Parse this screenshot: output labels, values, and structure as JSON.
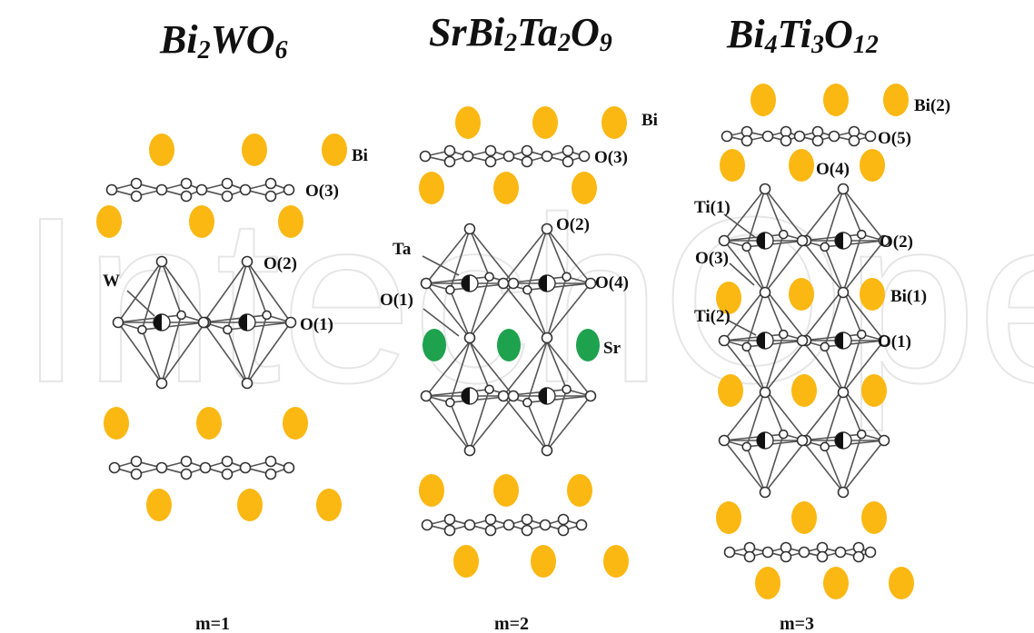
{
  "watermark": {
    "text": "IntechOpen"
  },
  "colors": {
    "bi": "#fbb813",
    "sr": "#1ea24e",
    "cation": "#111111"
  },
  "panels": [
    {
      "formula": {
        "parts": [
          "Bi",
          "2",
          "WO",
          "6"
        ]
      },
      "m_label": "m=1",
      "labels": {
        "bi": "Bi",
        "o3": "O(3)",
        "o2": "O(2)",
        "o1": "O(1)",
        "w": "W"
      }
    },
    {
      "formula": {
        "parts": [
          "SrBi",
          "2",
          "Ta",
          "2",
          "O",
          "9"
        ]
      },
      "m_label": "m=2",
      "labels": {
        "bi": "Bi",
        "o3": "O(3)",
        "o2": "O(2)",
        "ta": "Ta",
        "o4": "O(4)",
        "o1": "O(1)",
        "sr": "Sr"
      }
    },
    {
      "formula": {
        "parts": [
          "Bi",
          "4",
          "Ti",
          "3",
          "O",
          "12"
        ]
      },
      "m_label": "m=3",
      "labels": {
        "bi2": "Bi(2)",
        "o5": "O(5)",
        "o4": "O(4)",
        "ti1": "Ti(1)",
        "o2": "O(2)",
        "o3": "O(3)",
        "bi1": "Bi(1)",
        "ti2": "Ti(2)",
        "o1": "O(1)"
      }
    }
  ]
}
